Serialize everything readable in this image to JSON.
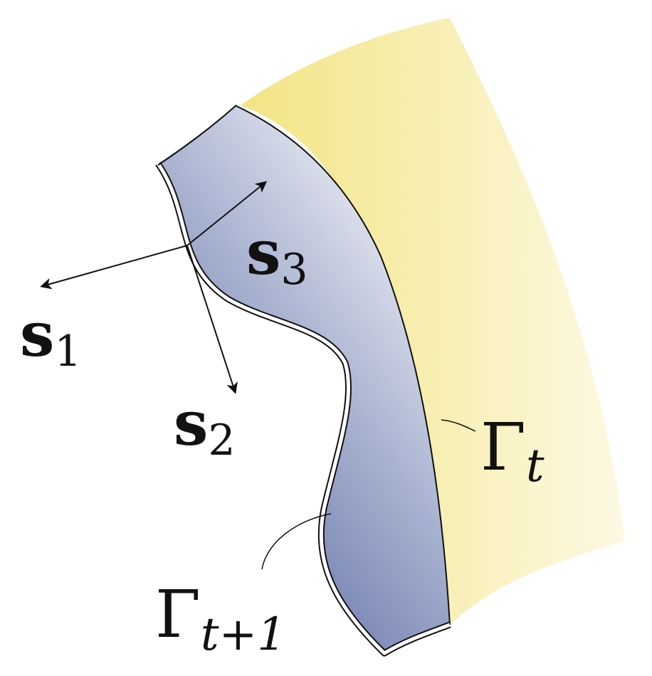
{
  "labels": {
    "s1": {
      "base": "s",
      "sub": "1"
    },
    "s2": {
      "base": "s",
      "sub": "2"
    },
    "s3": {
      "base": "s",
      "sub": "3"
    },
    "gamma_t": {
      "base": "Γ",
      "sub": "t"
    },
    "gamma_t1": {
      "base": "Γ",
      "sub": "t+1"
    }
  },
  "colors": {
    "outer_region": "#f2e48a",
    "inner_region_dark": "#5f6fa6",
    "inner_region_light": "#eef0f6",
    "stroke": "#111111"
  }
}
